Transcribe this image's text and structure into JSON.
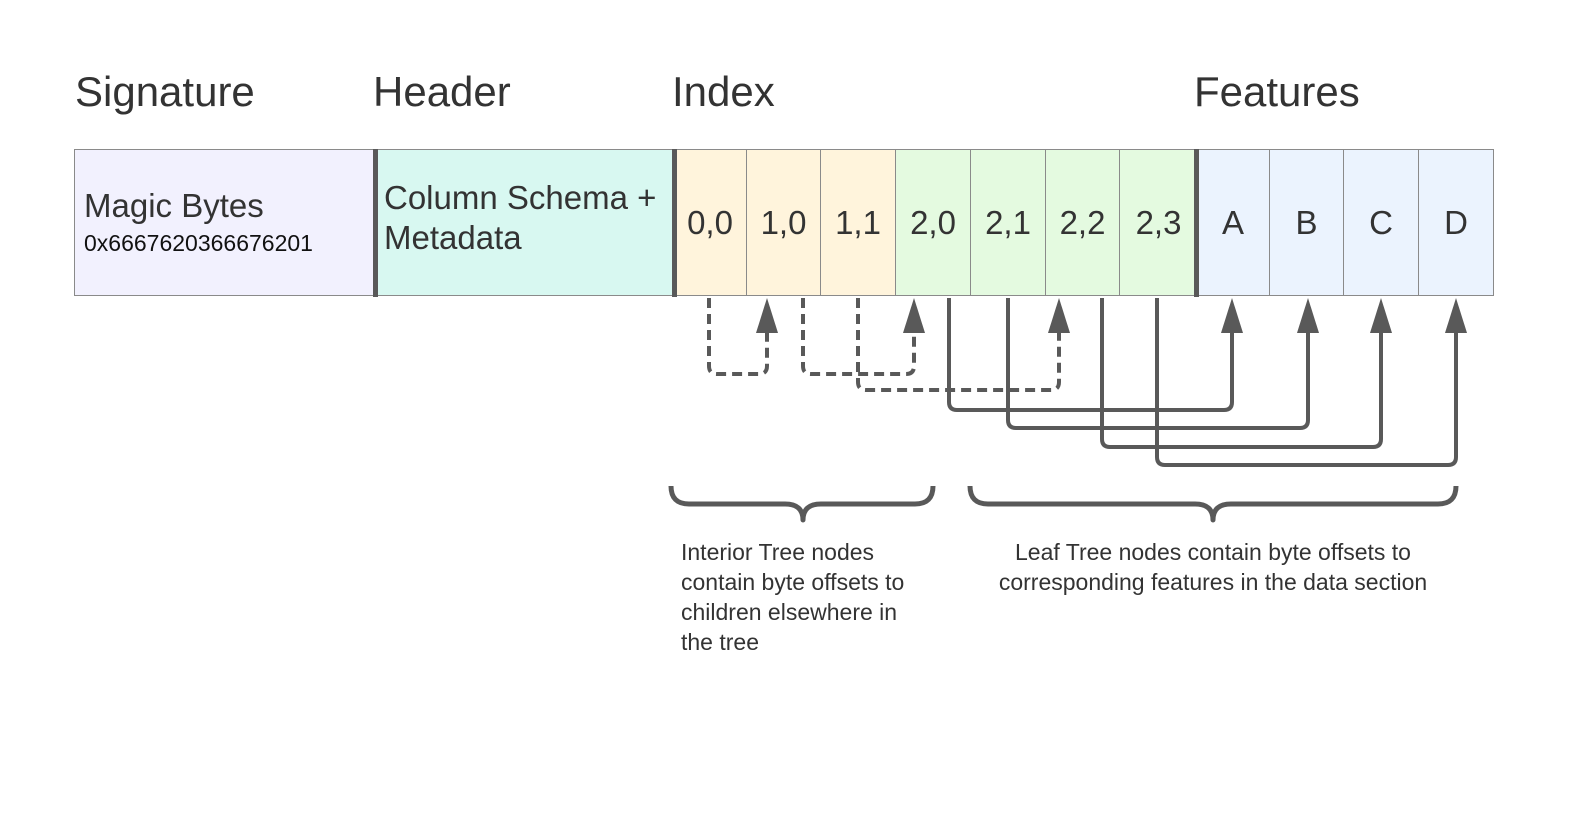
{
  "sections": {
    "signature": "Signature",
    "header": "Header",
    "index": "Index",
    "features": "Features"
  },
  "signature_cell": {
    "label": "Magic Bytes",
    "value": "0x6667620366676201"
  },
  "header_cell": {
    "label": "Column Schema +\nMetadata"
  },
  "index_nodes": {
    "interior": [
      "0,0",
      "1,0",
      "1,1"
    ],
    "leaf": [
      "2,0",
      "2,1",
      "2,2",
      "2,3"
    ]
  },
  "features": [
    "A",
    "B",
    "C",
    "D"
  ],
  "captions": {
    "interior": "Interior Tree nodes\ncontain byte offsets to\nchildren elsewhere in\nthe tree",
    "leaf": "Leaf Tree nodes contain byte offsets to\ncorresponding features in the data section"
  },
  "colors": {
    "signature_fill": "#f2f1fe",
    "header_fill": "#d8f8f1",
    "interior_fill": "#fff4dc",
    "leaf_fill": "#e4fae0",
    "feature_fill": "#ebf3fe",
    "line": "#595959"
  }
}
